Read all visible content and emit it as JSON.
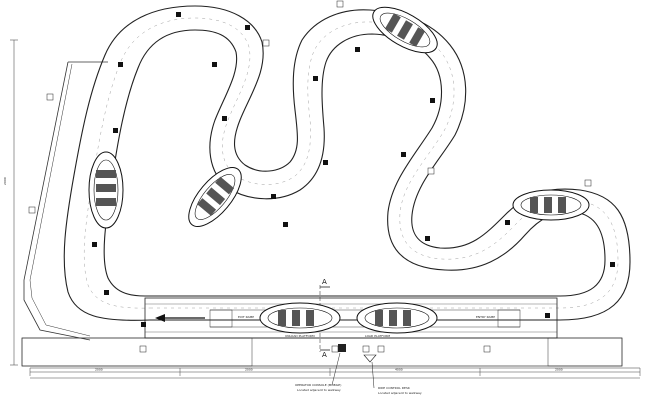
{
  "drawing": {
    "title": "",
    "section_marker_top": "A",
    "section_marker_bottom": "A",
    "left_dimension": "2000",
    "dimensions_bottom": [
      "2000",
      "2000",
      "4000",
      "2000"
    ],
    "note_left_top": "OPERATOR CONSOLE (MOBILE)",
    "note_left_bottom": "Located adjacent to walkway",
    "note_right_top": "RIDE CONTROL DESK",
    "note_right_bottom": "Located adjacent to walkway",
    "station_labels": [
      "EXIT RAMP",
      "UNLOAD PLATFORM",
      "LOAD PLATFORM",
      "ENTRY RAMP"
    ]
  }
}
